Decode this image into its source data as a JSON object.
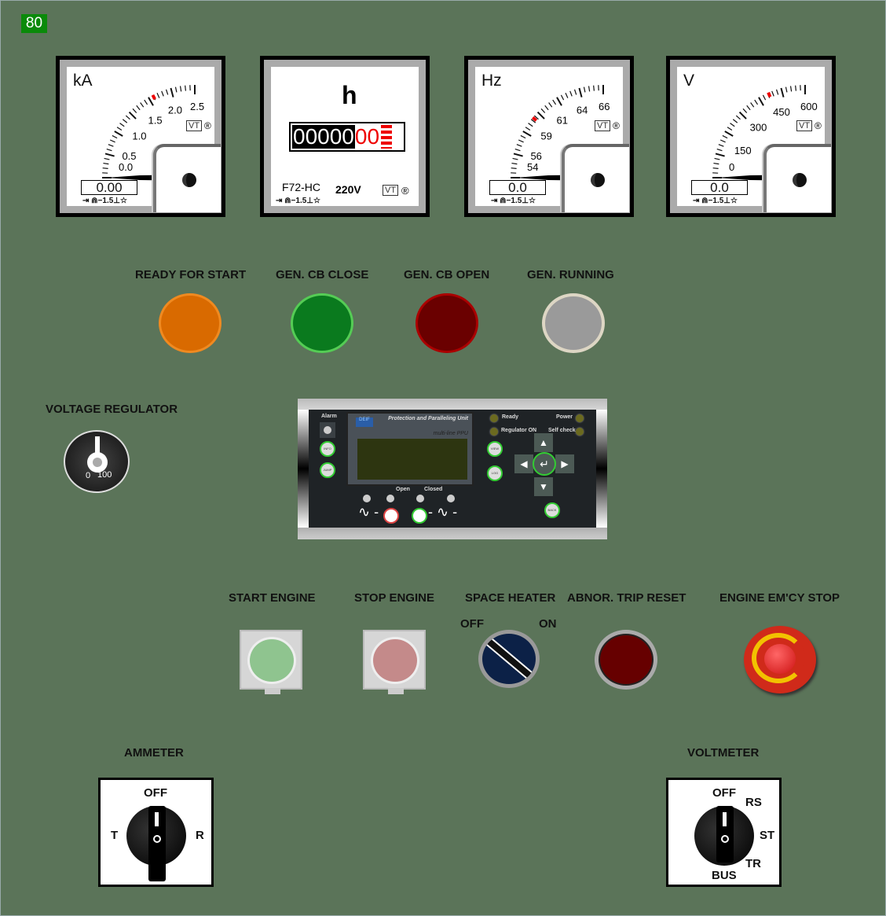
{
  "counter_badge": "80",
  "gauges": [
    {
      "unit": "kA",
      "labels": [
        "0.0",
        "0.5",
        "1.0",
        "1.5",
        "2.0",
        "2.5"
      ],
      "readout": "0.00",
      "red_mark_fraction": 0.7,
      "needle_value": 0
    },
    {
      "unit": "Hz",
      "labels": [
        "54",
        "56",
        "59",
        "61",
        "64",
        "66"
      ],
      "readout": "0.0",
      "red_mark_fraction": 0.45,
      "needle_value": 0
    },
    {
      "unit": "V",
      "labels": [
        "0",
        "150",
        "300",
        "450",
        "600"
      ],
      "readout": "0.0",
      "red_mark_fraction": 0.74,
      "needle_value": 0
    }
  ],
  "gauge_symbols": "⇥ ⋒−1.5⊥☆",
  "gauge_logo": "VT",
  "registered": "®",
  "hour_meter": {
    "unit": "h",
    "digits_black": "00000",
    "digits_red": "00",
    "model": "F72-HC",
    "voltage": "220V"
  },
  "lamps": [
    {
      "label": "READY FOR START",
      "color": "#d96a00"
    },
    {
      "label": "GEN. CB CLOSE",
      "color": "#0a7a1e"
    },
    {
      "label": "GEN. CB OPEN",
      "color": "#6a0000"
    },
    {
      "label": "GEN. RUNNING",
      "color": "#9a9a9a"
    }
  ],
  "voltage_regulator": {
    "label": "VOLTAGE REGULATOR",
    "min": "0",
    "max": "100"
  },
  "ppu": {
    "title": "Protection and Paralleling Unit",
    "subtitle": "multi-line PPU",
    "brand": "DEIF",
    "alarm": "Alarm",
    "info": "INFO",
    "jump": "JUMP",
    "view": "VIEW",
    "log": "LOG",
    "back": "BACK",
    "ready": "Ready",
    "power": "Power",
    "regulator_on": "Regulator ON",
    "self_check": "Self check",
    "open": "Open",
    "closed": "Closed"
  },
  "buttons": [
    {
      "label": "START ENGINE"
    },
    {
      "label": "STOP ENGINE"
    },
    {
      "label": "SPACE HEATER",
      "off": "OFF",
      "on": "ON"
    },
    {
      "label": "ABNOR. TRIP RESET"
    },
    {
      "label": "ENGINE EM'CY STOP"
    }
  ],
  "ammeter_switch": {
    "label": "AMMETER",
    "off": "OFF",
    "left": "T",
    "right": "R"
  },
  "voltmeter_switch": {
    "label": "VOLTMETER",
    "off": "OFF",
    "rs": "RS",
    "st": "ST",
    "tr": "TR",
    "bus": "BUS"
  }
}
